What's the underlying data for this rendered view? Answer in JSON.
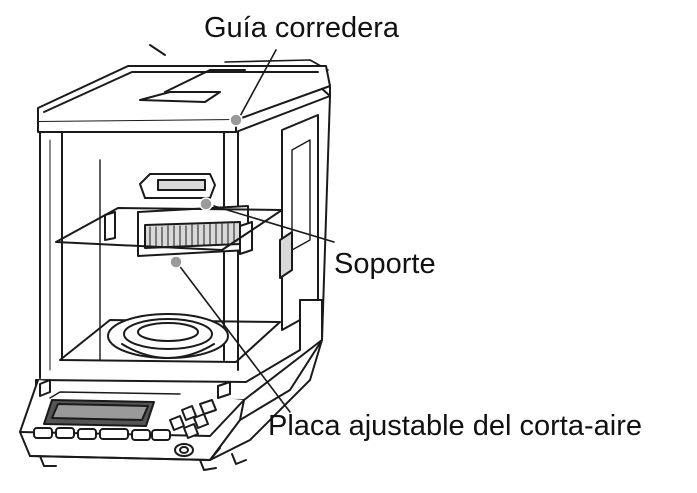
{
  "diagram": {
    "subject": "balance-with-draft-shield",
    "labels": {
      "guia": "Guía corredera",
      "soporte": "Soporte",
      "placa": "Placa ajustable del corta-aire"
    },
    "colors": {
      "line": "#1a1a1a",
      "fill": "#ffffff",
      "shade": "#d9d9d9",
      "dark": "#555555",
      "marker": "#9a9a9a"
    }
  }
}
